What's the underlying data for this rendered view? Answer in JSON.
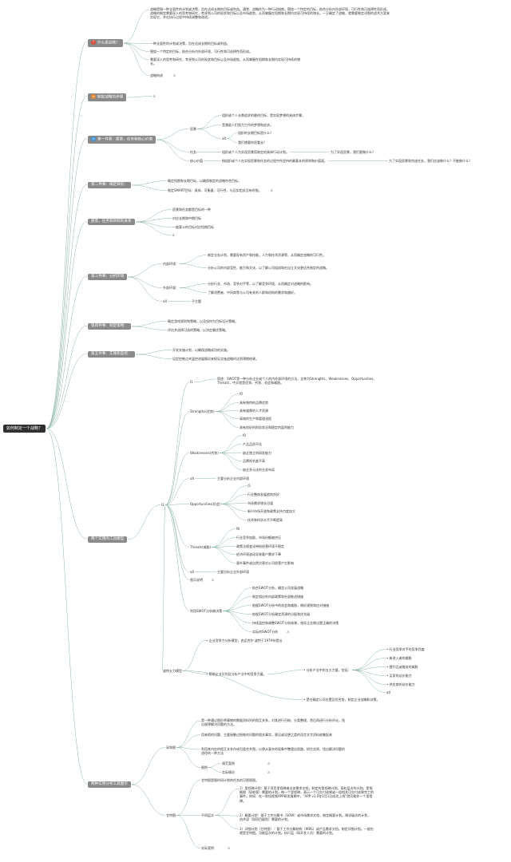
{
  "root": "如何制定一个战略？",
  "topics": {
    "what": "什么是战略？",
    "steps": "制定战略的步骤",
    "step1": "第一件事：愿景，任务和核心价值",
    "step2": "第二件事：确定目标：",
    "relation": "愿景，任务和目标的关系",
    "step3": "第三件事：分析环境",
    "step4": "第四件事：制定策略：",
    "step5": "第五件事：实施和监控：",
    "tools": "两个实用的工具模型",
    "methods": "两种实用分析工具图示"
  },
  "icons": {
    "what": "question-icon",
    "steps": "list-icon",
    "step1": "target-icon"
  },
  "text": {
    "what_1": "战略是指一种全面性的计划或决策，旨在达成长期的目标或利益。通常，战略作为一种行动指南，围绕一个特定的目标，结合分析内外部环境，可行性和可选择性而形成。战略的制定需要深入的思考和研究，考虑到公司的现状和目标以及市场趋势，从而掌握在短期和长期内实现可持续的增长。一旦确定了战略，就需要制定详细的战术方案来实现它，并在执行过程中持续调整和改进。",
    "what_2": "一种全面性的计划或决策，旨在达成长期的目标或利益。",
    "what_3": "围绕一个特定的目标，结合分析内外部环境，可行性和可选择性而形成。",
    "what_4": "需要深入的思考和研究，考虑到公司的现状和目标以及市场趋势，从而掌握在短期和长期内实现可持续的增长。",
    "what_5": "战略构成",
    "tail_a": "a",
    "vision": "愿景",
    "vision_1": "组织或个人长期追求的最终目标，是实现梦想的具体步骤。",
    "vision_2": "是激励人们努力工作的梦想和追求。",
    "ax": "aX",
    "vision_3": "组织的长期目标是什么？",
    "vision_4": "我们想要你愿看去？",
    "mission": "任务",
    "mission_1": "组织或个人为实现愿景而制定的具体行动计划。",
    "mission_2": "为了实现愿景，我们要做什么？",
    "core": "核心价值",
    "core_1": "指组织或个人在实现愿景和任务的过程中所坚持的最基本的原则和价值观。",
    "core_2": "为了实现愿景和完成任务，我们应该做什么？不能做什么？",
    "goal_1": "确定短期和长期目标，以确保制定的战略符合目标。",
    "goal_2": "制定SMART目标：具体、可衡量、可行性、与远实相关且有时限。",
    "rel_1": "愿景和任务都是目标的一种",
    "rel_2": "对应长期和中期目标",
    "rel_3": "一般意义的目标对应短期目标",
    "internal": "内部环境：",
    "int_1": "制定业务计划，需要现有资产和技能，人力和技术资源等，从而确定战略的可行性。",
    "int_2": "分析公司的内部竞性、能力和文化，以了解公司组成和在自立文化更适合制定的战略。",
    "external": "外部环境：",
    "ext_1": "分析行业、市场、竞争对手等，以了解竞争环境，从而确定对战略的影响。",
    "ext_2": "了解消费者、中间商等与公司有关的人群和机构的需求和偏好。",
    "sub_topic": "子主题",
    "strat_1": "确定游戏规则和策略，以及如何为目标设计策略。",
    "strat_2": "评估并选择可选的策略，以决定最优策略。",
    "impl_1": "开发实施计划，以确保战略成功的实施。",
    "impl_2": "设定控制点并监控进展情况来保证实施战略时达到预期结果。",
    "swot_label": "I1",
    "swot_def": "简述：SWOT是一种分析企业或个人的内外部环境的方法，全称为Strengths、Weaknesses、Opportunities、Threats，中文就是优势、劣势、机会和威胁。",
    "strengths": "Strengths(优势)",
    "s_tag": "f0",
    "s_1": "具有独特的品牌优势",
    "s_2": "具有雄厚的人才资源",
    "s_3": "高效的生产和管理流程",
    "s_4": "具有良好的财务状况和稳定的盈利能力",
    "weaknesses": "Weaknesses(劣势)",
    "w_tag": "f0",
    "w_1": "产品品质不佳",
    "w_2": "缺乏独立的研发能力",
    "w_3": "品牌知名度不高",
    "w_4": "缺乏多元化的业务布局",
    "ax_internal": "主要分析企业内部环境",
    "opportunities": "Opportunities(机会)",
    "o_tag": "i5",
    "o_1": "行业整体发展趋势良好",
    "o_2": "市场需求增长迅速",
    "o_3": "新兴市场开放和政策支持力度加大",
    "o_4": "技术和科学水平不断提高",
    "threats": "Threats(威胁)",
    "t_tag": "f8",
    "t_1": "行业竞争加剧，市场份额被挤压",
    "t_2": "政策法规变化带给经营环境不稳定",
    "t_3": "经济环境波动导致客户需求下降",
    "t_4": "意外事件或自然灾害对公司经营产生影响",
    "ax_external": "主要分析企业外部环境",
    "example": "图示说明",
    "use_label": "利用SWOT分析做决策",
    "use_1": "结合SWOT分析，确定公司发展战略",
    "use_2": "制定相应的内部政策和外部推进措施",
    "use_3": "根据SWOT分析中的机会和威胁，做好规划和应对措施",
    "use_4": "依据SWOT分析确定资源的分配和优先级",
    "use_5": "持续监控和调整SWOT分析结果，指导企业做出更正确的决策",
    "use_6": "实际的SWOT分析",
    "tools_l": "I1",
    "five_forces": "波特五力模型",
    "ff_1": "企业竞争力分析模型，由迈克尔·波特于1979年提出",
    "ff_2": "帮助企业识别及分析产业中的竞争力量。",
    "ff_3": "分析产业中的五大力量，包括：",
    "ff_3_1": "行业竞争对手的竞争烈度",
    "ff_3_2": "新进入者的威胁",
    "ff_3_3": "替代品或服务的威胁",
    "ff_3_4": "买家的议价能力",
    "ff_3_5": "供应商的议价能力",
    "ff_4": "是在确定公司位置及优劣势，制定企业战略和决策。",
    "ff_ax": "aX",
    "fishbone": "采和图",
    "fb_1": "是一种通过图形将事物的数据资料列的相互关系，对其进行归纳、分类整理，然后再进行分析评论，找出规律解决问题的方法。",
    "fb_2": "用来帮的问题、主要接触过损耗的问题的相关事实，意见或设想之类的语言文字资料收集起来",
    "fb_3": "利用其内在的相互关系作成归类合并图，以便从复杂的现象中整理出思路，抓住实质，找出解决问题的途径的一种方法",
    "fb_4": "图例",
    "fb_4_1": "规范案例",
    "fb_4_2": "实际情况",
    "xmind": "甘特图",
    "gt_1": "甘特图是随时间计划的任务的可视视图。",
    "gt_2": "不同层次",
    "gt_2_1": "1）里程碑计划：基于项目里程碑者业务需求文档，制定的里程碑计划。高粒层次的计划。是指概图（如老版）需要的计划。每一个里程碑，表示一个可交付成果或一组相关可交付成果完工的事件。例如：在一款短视频APP研发周期中，“APP v1.0在1月1日成功上线”就可能作一个里程碑。",
    "gt_2_2": "2）概要计划：基于工作分解书（SOW）或市场需求文档，制定概要计划。稍详级次的计划，由术语（如项目级别）需要的计划。",
    "gt_2_3": "3）详细计划（甘特图）：基于工作分解结构（WBS）或产品需求文档，制定详细计划。一般也就是甘特图。功能层次的计划。执行层（如开发人员）需要的计划。",
    "gt_3": "实际案例"
  }
}
